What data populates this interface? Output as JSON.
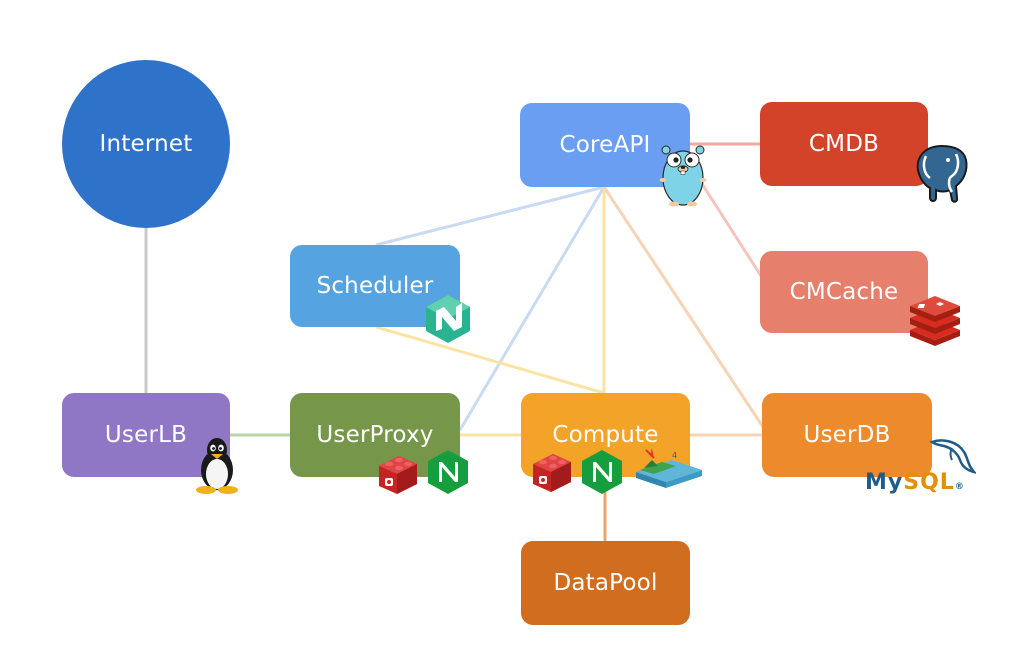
{
  "nodes": {
    "internet": {
      "label": "Internet",
      "color": "#2e73c9"
    },
    "coreapi": {
      "label": "CoreAPI",
      "color": "#6a9ef2"
    },
    "cmdb": {
      "label": "CMDB",
      "color": "#d2432a"
    },
    "scheduler": {
      "label": "Scheduler",
      "color": "#55a3e0"
    },
    "cmcache": {
      "label": "CMCache",
      "color": "#e67f6b"
    },
    "userlb": {
      "label": "UserLB",
      "color": "#9077c6"
    },
    "userproxy": {
      "label": "UserProxy",
      "color": "#76974a"
    },
    "compute": {
      "label": "Compute",
      "color": "#f4a329"
    },
    "userdb": {
      "label": "UserDB",
      "color": "#ec8a2c"
    },
    "datapool": {
      "label": "DataPool",
      "color": "#d06d1f"
    }
  },
  "logos": {
    "coreapi": "go-gopher-icon",
    "cmdb": "postgresql-elephant-icon",
    "scheduler": "nomad-icon",
    "cmcache": "redis-icon",
    "userlb": "linux-tux-icon",
    "userproxy": [
      "lego-brick-icon",
      "nginx-icon"
    ],
    "compute": [
      "lego-brick-icon",
      "nginx-icon",
      "landscape-block-icon"
    ],
    "userdb": "mysql-dolphin-icon"
  },
  "mysql_logo_text": {
    "my": "My",
    "sql": "SQL",
    "reg": "®"
  },
  "edge_colors": {
    "gray": "#c9c9c9",
    "blue": "#c9daf3",
    "yellow": "#fbe3a3",
    "red": "#f2a9a2",
    "peach": "#f8d3b4",
    "green": "#b7d6a5",
    "orange": "#e9a56a"
  }
}
